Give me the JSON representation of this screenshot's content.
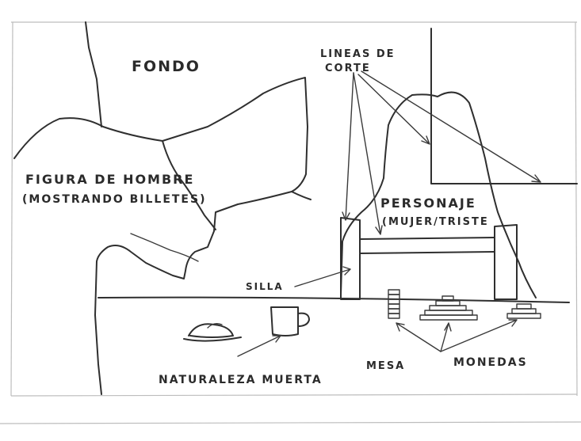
{
  "labels": {
    "fondo": "FONDO",
    "lineas_line1": "LINEAS DE",
    "lineas_line2": "CORTE",
    "figura_line1": "FIGURA DE HOMBRE",
    "figura_line2": "(MOSTRANDO BILLETES)",
    "personaje_line1": "PERSONAJE",
    "personaje_line2": "(MUJER/TRISTE",
    "silla": "SILLA",
    "naturaleza": "NATURALEZA MUERTA",
    "mesa": "MESA",
    "monedas": "MONEDAS"
  },
  "colors": {
    "ink": "#2f2f2f",
    "paper": "#ffffff"
  }
}
